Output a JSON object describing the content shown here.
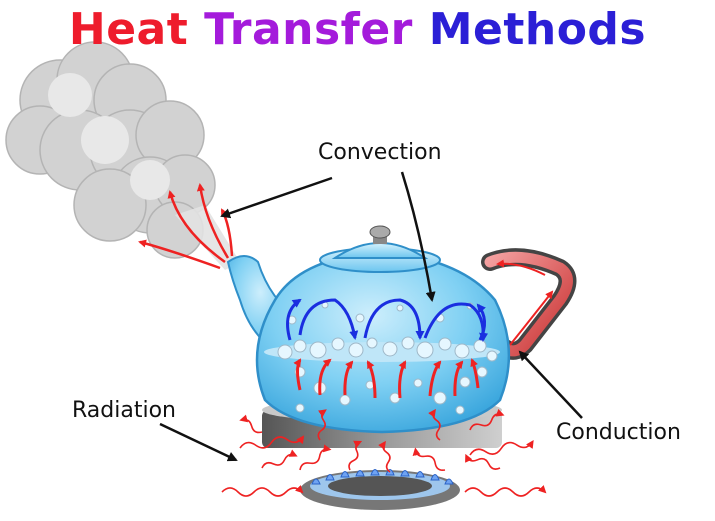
{
  "title": {
    "word1": "Heat",
    "word2": "Transfer",
    "word3": "Methods",
    "colors": [
      "#ee1c2c",
      "#a41bdb",
      "#2b1fd6"
    ]
  },
  "labels": {
    "convection": "Convection",
    "radiation": "Radiation",
    "conduction": "Conduction"
  },
  "colors": {
    "hot": "#ee2222",
    "cold": "#1a2ee0",
    "water": "#6fc8f0",
    "steam": "#cfcfcf"
  }
}
